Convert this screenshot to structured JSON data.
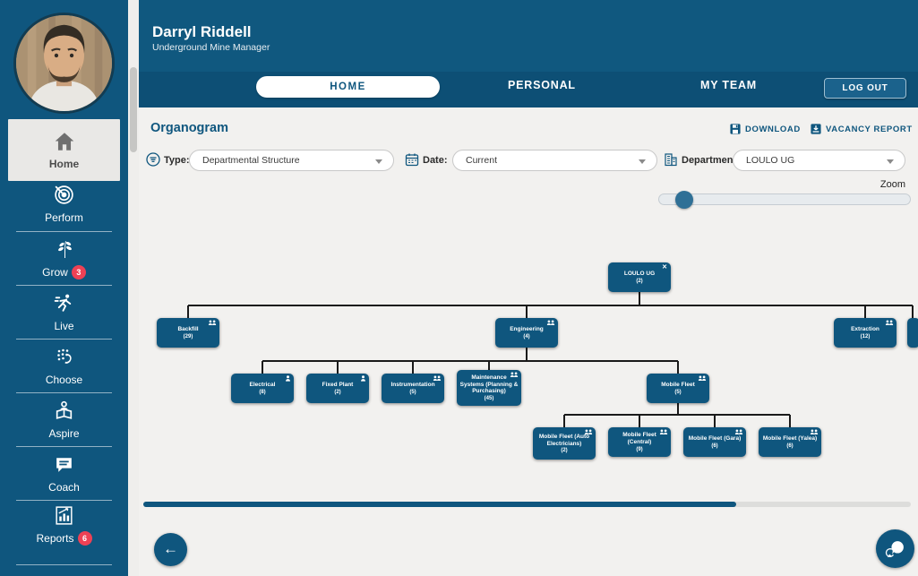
{
  "colors": {
    "primary": "#0f567e",
    "badge": "#ee4155"
  },
  "header": {
    "user_name": "Darryl Riddell",
    "user_title": "Underground Mine Manager",
    "tabs": [
      {
        "label": "HOME"
      },
      {
        "label": "PERSONAL"
      },
      {
        "label": "MY TEAM"
      }
    ],
    "logout_label": "LOG OUT"
  },
  "sidebar": {
    "items": [
      {
        "label": "Home",
        "icon": "home-icon",
        "active": true
      },
      {
        "label": "Perform",
        "icon": "target-icon"
      },
      {
        "label": "Grow",
        "icon": "wheat-icon",
        "badge": "3"
      },
      {
        "label": "Live",
        "icon": "runner-icon"
      },
      {
        "label": "Choose",
        "icon": "hand-dots-icon"
      },
      {
        "label": "Aspire",
        "icon": "person-book-icon"
      },
      {
        "label": "Coach",
        "icon": "speech-bubble-icon"
      },
      {
        "label": "Reports",
        "icon": "bar-chart-icon",
        "badge": "6"
      }
    ]
  },
  "toolbar": {
    "page_title": "Organogram",
    "download_label": "DOWNLOAD",
    "vacancy_label": "VACANCY REPORT",
    "type_label": "Type:",
    "type_value": "Departmental Structure",
    "date_label": "Date:",
    "date_value": "Current",
    "department_label": "Department:",
    "department_value": "LOULO UG",
    "zoom_label": "Zoom"
  },
  "organogram": {
    "nodes": [
      {
        "id": "root",
        "name": "LOULO UG",
        "count": "(2)",
        "icon": "close-icon"
      },
      {
        "id": "backfill",
        "name": "Backfill",
        "count": "(29)",
        "icon": "group-icon"
      },
      {
        "id": "engineering",
        "name": "Engineering",
        "count": "(4)",
        "icon": "group-icon"
      },
      {
        "id": "extraction",
        "name": "Extraction",
        "count": "(12)",
        "icon": "group-icon"
      },
      {
        "id": "electrical",
        "name": "Electrical",
        "count": "(8)",
        "icon": "person-icon"
      },
      {
        "id": "fixed-plant",
        "name": "Fixed Plant",
        "count": "(2)",
        "icon": "person-icon"
      },
      {
        "id": "instrumentation",
        "name": "Instrumentation",
        "count": "(5)",
        "icon": "group-icon"
      },
      {
        "id": "maintenance",
        "name": "Maintenance Systems (Planning & Purchasing)",
        "count": "(45)",
        "icon": "group-icon"
      },
      {
        "id": "mobile-fleet",
        "name": "Mobile Fleet",
        "count": "(5)",
        "icon": "group-icon"
      },
      {
        "id": "mf-auto",
        "name": "Mobile Fleet (Auto Electricians)",
        "count": "(2)",
        "icon": "group-icon"
      },
      {
        "id": "mf-central",
        "name": "Mobile Fleet (Central)",
        "count": "(9)",
        "icon": "group-icon"
      },
      {
        "id": "mf-gara",
        "name": "Mobile Fleet (Gara)",
        "count": "(6)",
        "icon": "group-icon"
      },
      {
        "id": "mf-yalea",
        "name": "Mobile Fleet (Yalea)",
        "count": "(6)",
        "icon": "group-icon"
      }
    ]
  }
}
